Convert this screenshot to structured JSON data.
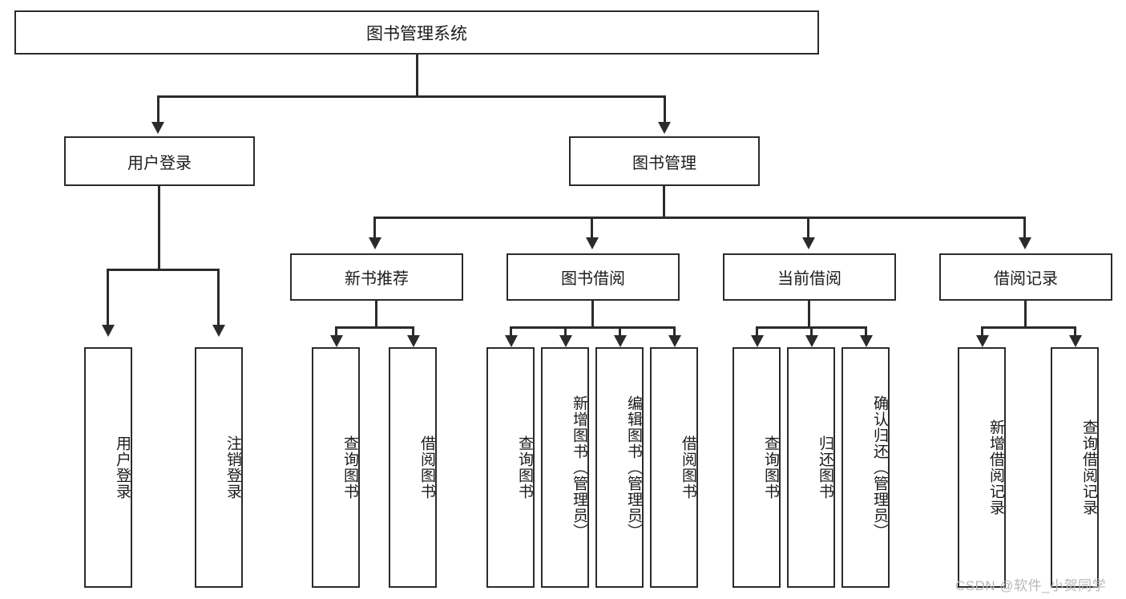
{
  "diagram": {
    "title": "图书管理系统",
    "type": "hierarchical-tree",
    "root": {
      "id": "root",
      "label": "图书管理系统"
    },
    "level2": [
      {
        "id": "user-login",
        "label": "用户登录"
      },
      {
        "id": "book-management",
        "label": "图书管理"
      }
    ],
    "level3": [
      {
        "id": "new-book-recommend",
        "label": "新书推荐",
        "parent": "book-management"
      },
      {
        "id": "book-borrow",
        "label": "图书借阅",
        "parent": "book-management"
      },
      {
        "id": "current-borrow",
        "label": "当前借阅",
        "parent": "book-management"
      },
      {
        "id": "borrow-record",
        "label": "借阅记录",
        "parent": "book-management"
      }
    ],
    "leaves": {
      "user_login": [
        {
          "id": "leaf-user-login",
          "label": "用户登录"
        },
        {
          "id": "leaf-logout-login",
          "label": "注销登录"
        }
      ],
      "new_book_recommend": [
        {
          "id": "leaf-query-book-1",
          "label": "查询图书"
        },
        {
          "id": "leaf-borrow-book-1",
          "label": "借阅图书"
        }
      ],
      "book_borrow": [
        {
          "id": "leaf-query-book-2",
          "label": "查询图书"
        },
        {
          "id": "leaf-add-book",
          "label": "新增图书（管理员）"
        },
        {
          "id": "leaf-edit-book",
          "label": "编辑图书（管理员）"
        },
        {
          "id": "leaf-borrow-book-2",
          "label": "借阅图书"
        }
      ],
      "current_borrow": [
        {
          "id": "leaf-query-book-3",
          "label": "查询图书"
        },
        {
          "id": "leaf-return-book",
          "label": "归还图书"
        },
        {
          "id": "leaf-confirm-return",
          "label": "确认归还（管理员）"
        }
      ],
      "borrow_record": [
        {
          "id": "leaf-add-record",
          "label": "新增借阅记录"
        },
        {
          "id": "leaf-query-record",
          "label": "查询借阅记录"
        }
      ]
    }
  },
  "watermark": {
    "text": "CSDN @软件_小贺同学"
  },
  "colors": {
    "stroke": "#2b2b2b",
    "fill": "#ffffff",
    "text": "#1b1b1b",
    "watermark": "#b9b9b9"
  }
}
